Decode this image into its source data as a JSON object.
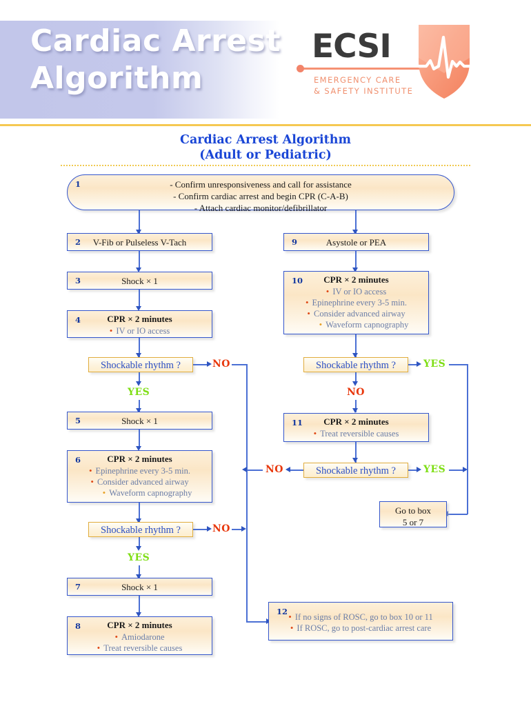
{
  "header": {
    "title": "Cardiac Arrest\nAlgorithm",
    "logo": {
      "wordmark": "ECSI",
      "tagline": "EMERGENCY CARE\n& SAFETY INSTITUTE",
      "shield_icon": "shield-ecg-icon",
      "shield_color": "#f6977a",
      "accent_color": "#f08f6e"
    },
    "band_colors": {
      "start": "#c2c6ea",
      "end": "#ffffff"
    },
    "gold_rule_color": "#f5c851"
  },
  "chart_title": "Cardiac Arrest Algorithm\n(Adult or Pediatric)",
  "colors": {
    "box_border": "#3355cc",
    "box_fill": "#fbe6c6",
    "decision_border": "#e0ac3c",
    "connector": "#4a6fd4",
    "yes": "#7ede14",
    "no": "#e8380d",
    "bullet": "#e04a18",
    "sub_bullet": "#e8a32a",
    "title_blue": "#1a46d6"
  },
  "labels": {
    "yes": "YES",
    "no": "NO"
  },
  "boxes": {
    "b1": {
      "number": "1",
      "lines": "- Confirm unresponsiveness and call for assistance\n- Confirm cardiac arrest and begin CPR (C-A-B)\n- Attach cardiac monitor/defibrillator"
    },
    "b2": {
      "number": "2",
      "title": "V-Fib or Pulseless V-Tach"
    },
    "b3": {
      "number": "3",
      "title": "Shock × 1"
    },
    "b4": {
      "number": "4",
      "title": "CPR × 2 minutes",
      "bullets": [
        "IV or IO access"
      ]
    },
    "b5": {
      "number": "5",
      "title": "Shock × 1"
    },
    "b6": {
      "number": "6",
      "title": "CPR × 2 minutes",
      "bullets": [
        "Epinephrine every 3-5 min.",
        "Consider advanced airway"
      ],
      "sub_bullets": [
        "Waveform capnography"
      ]
    },
    "b7": {
      "number": "7",
      "title": "Shock × 1"
    },
    "b8": {
      "number": "8",
      "title": "CPR × 2 minutes",
      "bullets": [
        "Amiodarone",
        "Treat reversible causes"
      ]
    },
    "b9": {
      "number": "9",
      "title": "Asystole or PEA"
    },
    "b10": {
      "number": "10",
      "title": "CPR × 2 minutes",
      "bullets": [
        "IV or IO access",
        "Epinephrine every 3-5 min.",
        "Consider advanced airway"
      ],
      "sub_bullets": [
        "Waveform capnography"
      ]
    },
    "b11": {
      "number": "11",
      "title": "CPR × 2 minutes",
      "bullets": [
        "Treat reversible causes"
      ]
    },
    "b12": {
      "number": "12",
      "bullets": [
        "If no signs of ROSC, go to box 10 or 11",
        "If ROSC, go to post-cardiac arrest care"
      ]
    },
    "goto": {
      "text": "Go to box\n5 or 7"
    }
  },
  "decisions": {
    "d1": {
      "text": "Shockable rhythm ?"
    },
    "d2": {
      "text": "Shockable rhythm ?"
    },
    "d3": {
      "text": "Shockable rhythm ?"
    },
    "d4": {
      "text": "Shockable rhythm ?"
    }
  }
}
